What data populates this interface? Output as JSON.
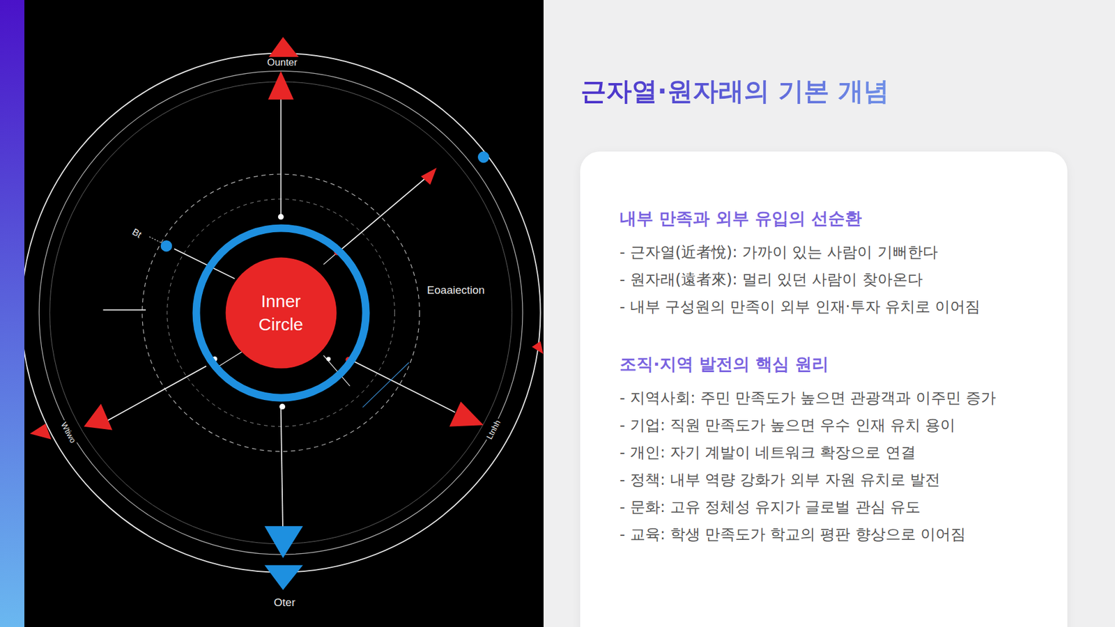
{
  "diagram": {
    "title": "근자열·원자래의 기본 개념",
    "nodes": [
      {
        "text": [
          "Inner Circle"
        ]
      },
      {
        "text": [
          "내부 만족과 외부 유입의 선순환",
          "- 근자열(近者悅): 가까이 있는 사람이 기뻐한다",
          "- 원자래(遠者來): 멀리 있던 사람이 찾아온다",
          "- 내부 구성원의 만족이 외부 인재·투자 유치로 이어짐",
          "조직·지역 발전의 핵심 원리",
          "- 지역사회: 주민 만족도가 높으면 관광객과 이주민 증가",
          "- 기업: 직원 만족도가 높으면 우수 인재 유치 용이",
          "- 개인: 자기 계발이 네트워크 확장으로 연결",
          "- 정책: 내부 역량 강화가 외부 자원 유치로 발전",
          "- 문화: 고유 정체성 유지가 글로벌 관심 유도",
          "- 교육: 학생 만족도가 학교의 평판 향상으로 이어짐"
        ]
      }
    ],
    "labels": [
      "Ounter",
      "Oter",
      "Eoaaiection",
      "Bt",
      "Wtiwo",
      "Ltnhh"
    ]
  }
}
